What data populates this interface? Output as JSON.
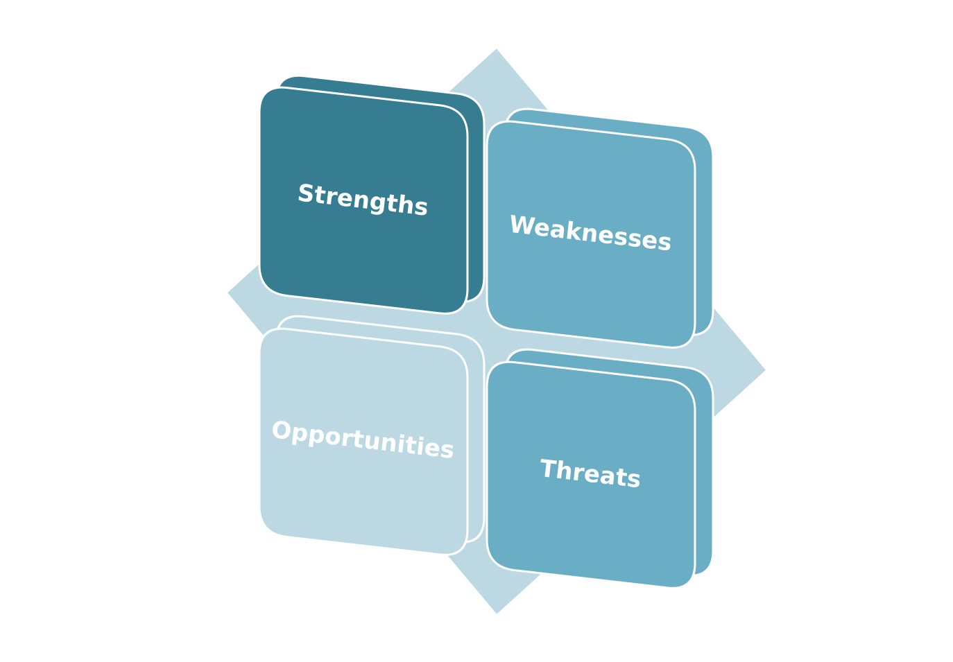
{
  "swot": {
    "colors": {
      "background_diamond": "#bcd9e3",
      "strengths": "#367d91",
      "weaknesses": "#6aaec6",
      "opportunities": "#bcd9e3",
      "threats": "#6aaec6",
      "label": "#ffffff"
    },
    "quadrants": [
      {
        "id": "strengths",
        "label": "Strengths"
      },
      {
        "id": "weaknesses",
        "label": "Weaknesses"
      },
      {
        "id": "opportunities",
        "label": "Opportunities"
      },
      {
        "id": "threats",
        "label": "Threats"
      }
    ]
  }
}
